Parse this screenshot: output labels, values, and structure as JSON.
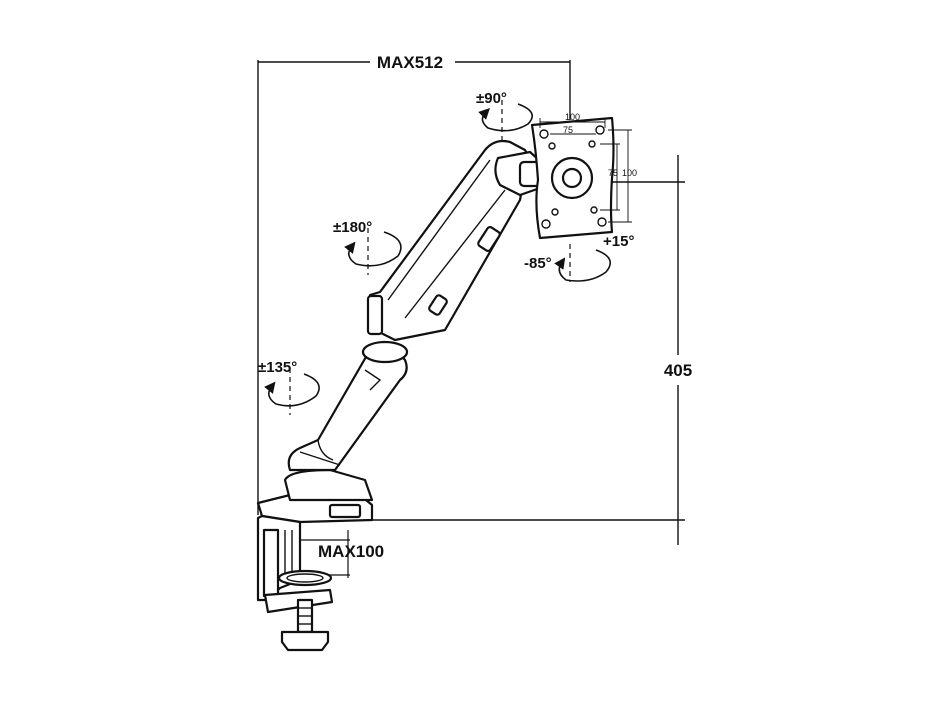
{
  "labels": {
    "max_reach": "MAX512",
    "height": "405",
    "clamp_max": "MAX100",
    "vesa_top_100": "100",
    "vesa_top_75": "75",
    "vesa_side_75": "75",
    "vesa_side_100": "100",
    "swivel_head": "±90°",
    "swivel_arm": "±180°",
    "swivel_base": "±135°",
    "tilt_down": "-85°",
    "tilt_up": "+15°"
  }
}
